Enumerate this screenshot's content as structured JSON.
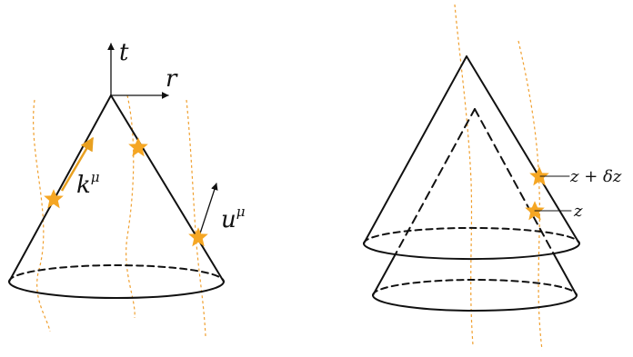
{
  "left_figure": {
    "axis_t": "t",
    "axis_r": "r",
    "vector_k": "k",
    "vector_k_sup": "μ",
    "vector_u": "u",
    "vector_u_sup": "μ"
  },
  "right_figure": {
    "label_upper": "z + δz",
    "label_lower": "z"
  },
  "colors": {
    "worldline": "#f0a030",
    "star": "#f5a623",
    "k_vector": "#e8a020",
    "ink": "#111111"
  },
  "icons": {
    "event": "star-icon"
  }
}
